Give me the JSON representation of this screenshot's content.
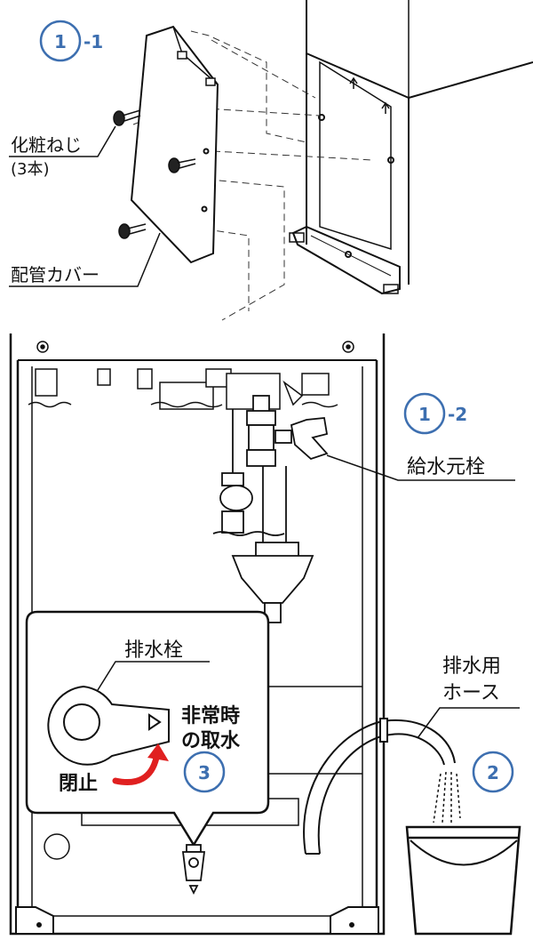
{
  "steps": {
    "step1_1": {
      "number": "1",
      "suffix": "-1"
    },
    "step1_2": {
      "number": "1",
      "suffix": "-2"
    },
    "step2": {
      "number": "2"
    },
    "step3": {
      "number": "3"
    }
  },
  "labels": {
    "cosmetic_screw": "化粧ねじ",
    "screw_count": "(3本)",
    "pipe_cover": "配管カバー",
    "supply_valve": "給水元栓",
    "drain_plug": "排水栓",
    "drain_hose_line1": "排水用",
    "drain_hose_line2": "ホース",
    "emergency_line1": "非常時",
    "emergency_line2": "の取水",
    "closed": "閉止"
  },
  "colors": {
    "step_circle": "#3d6fb0",
    "arrow": "#e02020",
    "line": "#111111"
  }
}
